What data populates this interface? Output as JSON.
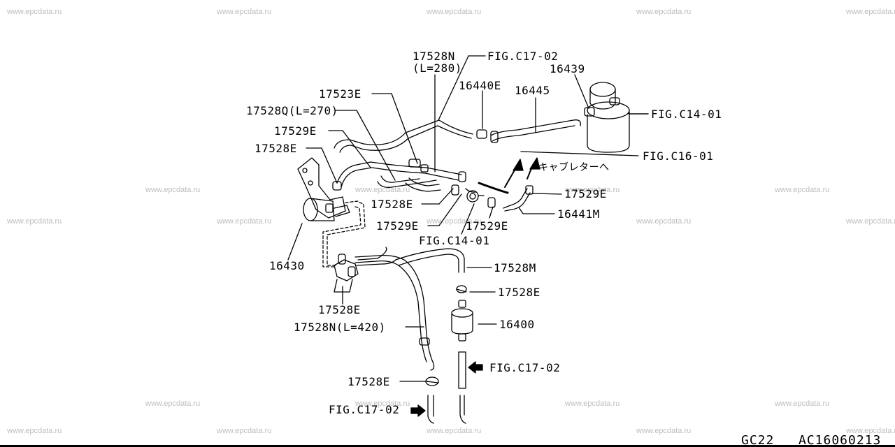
{
  "watermark": "www.epcdata.ru",
  "labels": {
    "p17528N": "17528N",
    "p17528N_len": "(L=280)",
    "fig_c17_02_top": "FIG.C17-02",
    "p16439": "16439",
    "p16440E": "16440E",
    "p16445": "16445",
    "p17523E": "17523E",
    "fig_c14_01_right": "FIG.C14-01",
    "p17528Q": "17528Q(L=270)",
    "p17529E_a": "17529E",
    "p17528E_a": "17528E",
    "fig_c16_01": "FIG.C16-01",
    "carburetor_note": "キャブレターへ",
    "p17529E_b": "17529E",
    "p17528E_b": "17528E",
    "p16441M": "16441M",
    "p17529E_c": "17529E",
    "p17529E_d": "17529E",
    "fig_c14_01_mid": "FIG.C14-01",
    "p16430": "16430",
    "p17528M": "17528M",
    "p17528E_c": "17528E",
    "p17528E_d": "17528E",
    "p16400": "16400",
    "p17528N_420": "17528N(L=420)",
    "fig_c17_02_mid": "FIG.C17-02",
    "p17528E_e": "17528E",
    "fig_c17_02_bottom": "FIG.C17-02"
  },
  "footer": {
    "model": "GC22",
    "code": "AC16060213"
  }
}
